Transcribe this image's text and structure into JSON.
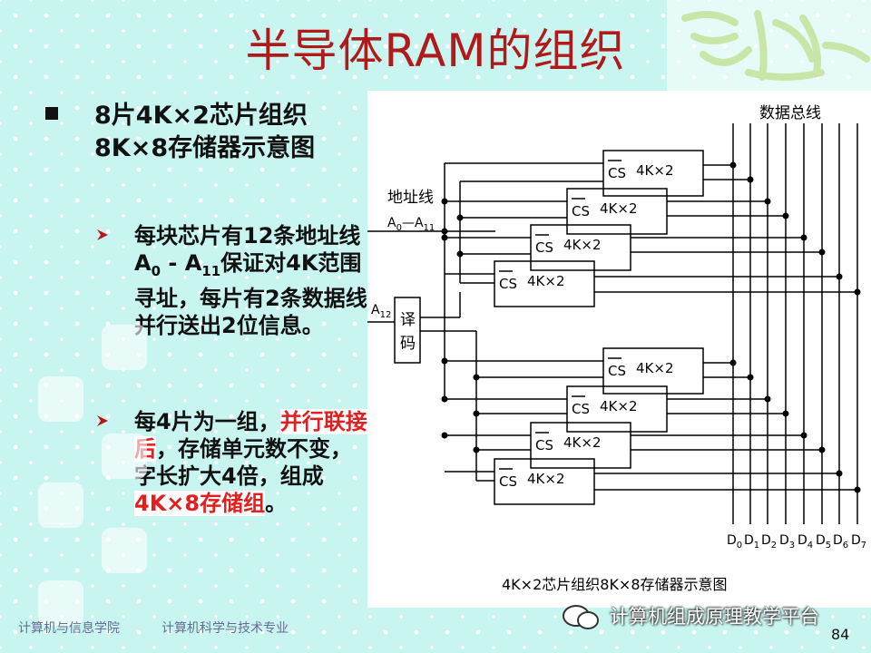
{
  "slide": {
    "title": "半导体RAM的组织",
    "main_point": "8片4K×2芯片组织8K×8存储器示意图",
    "sub1_parts": {
      "a": "每块芯片有12条地址线A",
      "sub0": "0",
      "b": " - A",
      "sub11": "11",
      "c": "保证对4K范围寻址，每片有2条数据线并行送出2位信息。"
    },
    "sub2_parts": {
      "a": "每4片为一组，",
      "red1": "并行联接后",
      "b": "，存储单元数不变，字长扩大4倍，组成",
      "red2": "4K×8存储组",
      "c": "。"
    },
    "footer_school": "计算机与信息学院",
    "footer_major": "计算机科学与技术专业",
    "wechat_label": "计算机组成原理教学平台",
    "page_number": "84"
  },
  "diagram": {
    "bus_label": "数据总线",
    "addr_label": "地址线",
    "addr_range": {
      "a": "A",
      "s0": "0",
      "dash": "—A",
      "s11": "11"
    },
    "a12": {
      "a": "A",
      "s": "12"
    },
    "decoder": [
      "译",
      "码"
    ],
    "chip_cs": "CS",
    "chip_label": "4K×2",
    "data_lines": [
      "0",
      "1",
      "2",
      "3",
      "4",
      "5",
      "6",
      "7"
    ],
    "caption": "4K×2芯片组织8K×8存储器示意图"
  }
}
